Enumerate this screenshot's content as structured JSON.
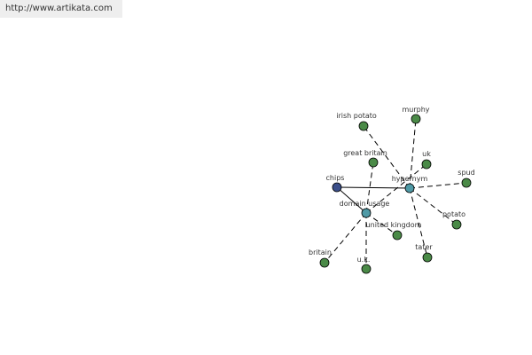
{
  "header": {
    "url": "http://www.artikata.com"
  },
  "colors": {
    "central": "#3b4f8a",
    "hub": "#4f9aa6",
    "leaf": "#4a8a47"
  },
  "graph": {
    "nodes": [
      {
        "id": "chips",
        "label": "chips",
        "kind": "central"
      },
      {
        "id": "hypernym",
        "label": "hypernym",
        "kind": "hub"
      },
      {
        "id": "domain_usage",
        "label": "domain usage",
        "kind": "hub"
      },
      {
        "id": "irish_potato",
        "label": "irish potato",
        "kind": "leaf"
      },
      {
        "id": "murphy",
        "label": "murphy",
        "kind": "leaf"
      },
      {
        "id": "great_britain",
        "label": "great britain",
        "kind": "leaf"
      },
      {
        "id": "uk_lower",
        "label": "uk",
        "kind": "leaf"
      },
      {
        "id": "spud",
        "label": "spud",
        "kind": "leaf"
      },
      {
        "id": "potato",
        "label": "potato",
        "kind": "leaf"
      },
      {
        "id": "united_kingdom",
        "label": "united kingdom",
        "kind": "leaf"
      },
      {
        "id": "tater",
        "label": "tater",
        "kind": "leaf"
      },
      {
        "id": "britain",
        "label": "britain",
        "kind": "leaf"
      },
      {
        "id": "u_k",
        "label": "u.k.",
        "kind": "leaf"
      }
    ],
    "edges": [
      {
        "from": "chips",
        "to": "hypernym",
        "style": "solid"
      },
      {
        "from": "chips",
        "to": "domain_usage",
        "style": "solid"
      },
      {
        "from": "hypernym",
        "to": "irish_potato",
        "style": "dashed"
      },
      {
        "from": "hypernym",
        "to": "murphy",
        "style": "dashed"
      },
      {
        "from": "hypernym",
        "to": "spud",
        "style": "dashed"
      },
      {
        "from": "hypernym",
        "to": "potato",
        "style": "dashed"
      },
      {
        "from": "hypernym",
        "to": "tater",
        "style": "dashed"
      },
      {
        "from": "domain_usage",
        "to": "great_britain",
        "style": "dashed"
      },
      {
        "from": "domain_usage",
        "to": "uk_lower",
        "style": "dashed"
      },
      {
        "from": "domain_usage",
        "to": "united_kingdom",
        "style": "dashed"
      },
      {
        "from": "domain_usage",
        "to": "britain",
        "style": "dashed"
      },
      {
        "from": "domain_usage",
        "to": "u_k",
        "style": "dashed"
      }
    ]
  }
}
